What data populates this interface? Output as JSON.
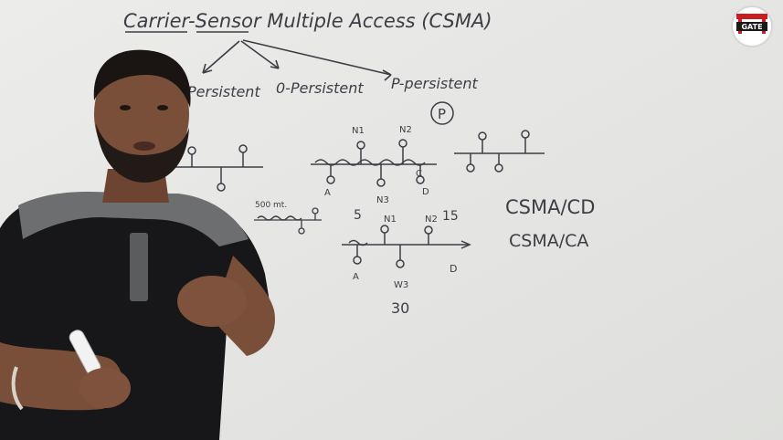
{
  "title": "Carrier-Sensor Multiple Access (CSMA)",
  "branches": [
    "Persistent",
    "0-Persistent",
    "P-persistent"
  ],
  "circled_label": "P",
  "node_labels": {
    "n1": "N1",
    "n2": "N2",
    "n3": "N3",
    "w3": "W3",
    "a": "A",
    "c": "C",
    "d": "D",
    "five": "5",
    "fifteen": "15",
    "thirty": "30"
  },
  "distance_label": "500 mt.",
  "protocols": [
    "CSMA/CD",
    "CSMA/CA"
  ],
  "logo_text": "GATE",
  "colors": {
    "board": "#e9e9e6",
    "ink": "#3d3d45",
    "shirt": "#17171a",
    "shirt_panel": "#6c6e70",
    "skin": "#7a4f3a",
    "logo_red": "#c81e1e"
  }
}
